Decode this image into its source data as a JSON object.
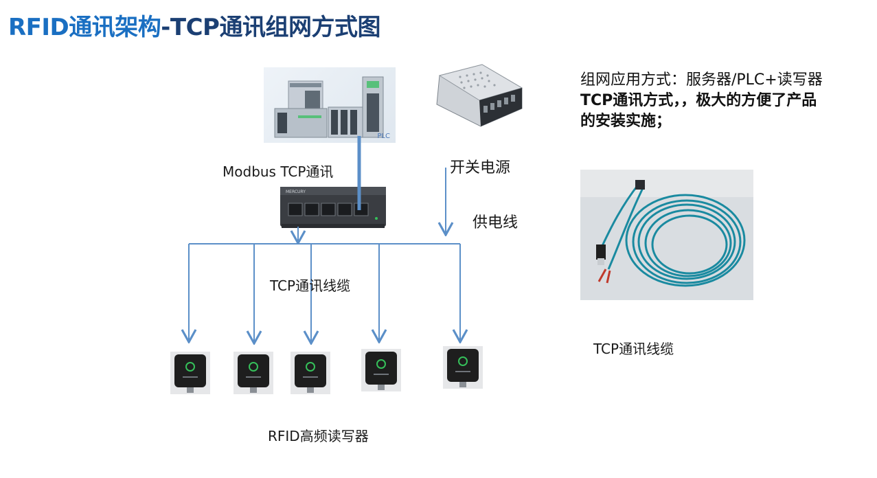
{
  "title": {
    "part1": "RFID通讯架构",
    "part2": "-TCP通讯组网方式图"
  },
  "labels": {
    "modbus": "Modbus TCP通讯",
    "power_supply": "开关电源",
    "power_line": "供电线",
    "tcp_cable_main": "TCP通讯线缆",
    "tcp_cable_photo": "TCP通讯线缆",
    "readers": "RFID高频读写器",
    "plc_tag": "PLC",
    "switch_brand": "MERCURY"
  },
  "description": {
    "line1": "组网应用方式：服务器/PLC+读写器",
    "line2": "TCP通讯方式，，极大的方便了产品的安装实施；"
  },
  "reader_count": 5,
  "colors": {
    "title_blue": "#1a6fc2",
    "title_dark": "#1b3f73",
    "line_blue": "#5b8fc8",
    "cable_teal": "#1a8aa0",
    "reader_body": "#1e1e1e",
    "reader_led": "#35c05a"
  }
}
